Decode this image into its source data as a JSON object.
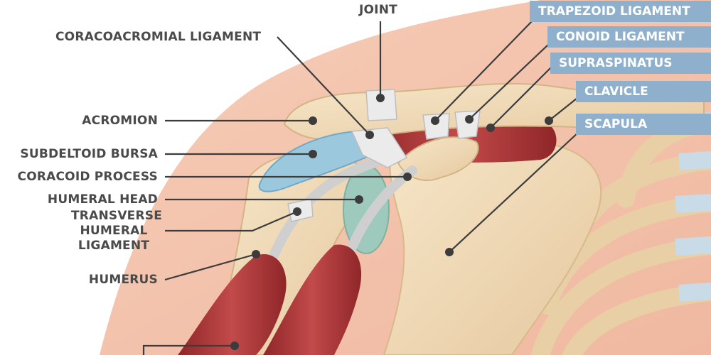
{
  "labels": {
    "left": {
      "coracoacromial": "CORACOACROMIAL LIGAMENT",
      "acromion": "ACROMION",
      "subdeltoid": "SUBDELTOID BURSA",
      "coracoid": "CORACOID PROCESS",
      "humeral_head": "HUMERAL HEAD",
      "transverse": [
        "TRANSVERSE",
        "HUMERAL",
        "LIGAMENT"
      ],
      "humerus": "HUMERUS"
    },
    "top": {
      "joint": "JOINT"
    },
    "right": {
      "trapezoid": "TRAPEZOID LIGAMENT",
      "conoid": "CONOID LIGAMENT",
      "supraspinatus": "SUPRASPINATUS",
      "clavicle": "CLAVICLE",
      "scapula": "SCAPULA"
    }
  },
  "colors": {
    "skin": "#f3c3ad",
    "bone": "#f1dcb7",
    "muscle": "#b03a3c",
    "bursa": "#9cc8de",
    "ligament": "#e4e4e4",
    "label_box": "#8fb0cc",
    "leader": "#3c3c3c",
    "text": "#4a4a4a"
  }
}
